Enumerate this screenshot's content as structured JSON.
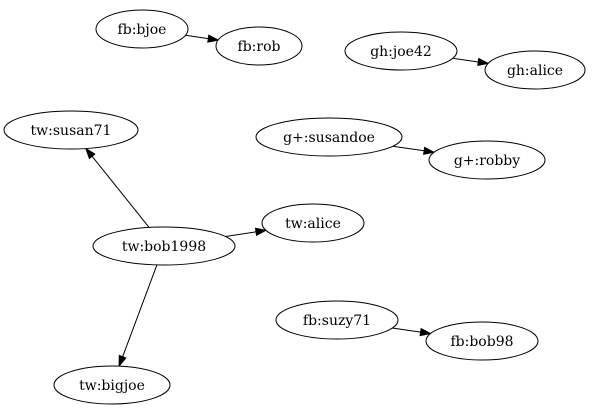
{
  "graph": {
    "nodes": [
      {
        "id": "fb_bjoe",
        "label": "fb:bjoe"
      },
      {
        "id": "fb_rob",
        "label": "fb:rob"
      },
      {
        "id": "gh_joe42",
        "label": "gh:joe42"
      },
      {
        "id": "gh_alice",
        "label": "gh:alice"
      },
      {
        "id": "tw_susan71",
        "label": "tw:susan71"
      },
      {
        "id": "gplus_susandoe",
        "label": "g+:susandoe"
      },
      {
        "id": "gplus_robby",
        "label": "g+:robby"
      },
      {
        "id": "tw_bob1998",
        "label": "tw:bob1998"
      },
      {
        "id": "tw_alice",
        "label": "tw:alice"
      },
      {
        "id": "fb_suzy71",
        "label": "fb:suzy71"
      },
      {
        "id": "fb_bob98",
        "label": "fb:bob98"
      },
      {
        "id": "tw_bigjoe",
        "label": "tw:bigjoe"
      }
    ],
    "edges": [
      {
        "from": "fb_bjoe",
        "to": "fb_rob"
      },
      {
        "from": "gh_joe42",
        "to": "gh_alice"
      },
      {
        "from": "gplus_susandoe",
        "to": "gplus_robby"
      },
      {
        "from": "tw_bob1998",
        "to": "tw_susan71"
      },
      {
        "from": "tw_bob1998",
        "to": "tw_alice"
      },
      {
        "from": "tw_bob1998",
        "to": "tw_bigjoe"
      },
      {
        "from": "fb_suzy71",
        "to": "fb_bob98"
      }
    ],
    "colors": {
      "background": "#ffffff",
      "stroke": "#000000",
      "text": "#000000"
    }
  }
}
